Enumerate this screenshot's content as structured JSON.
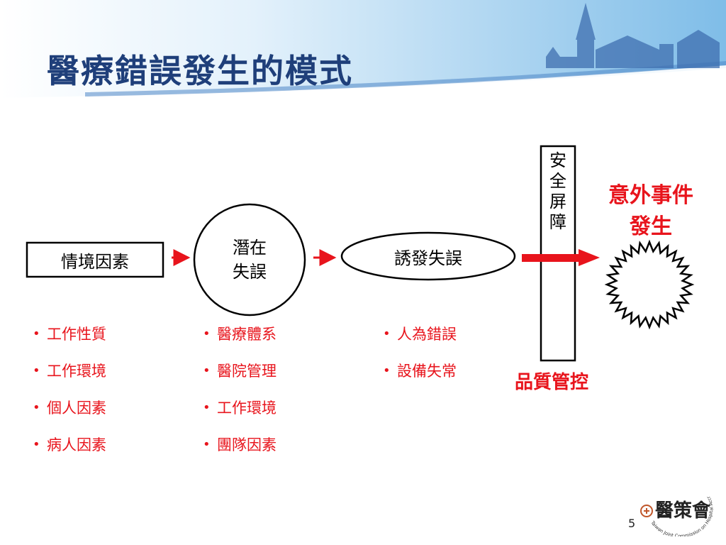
{
  "slide": {
    "title": "醫療錯誤發生的模式",
    "page_number": "5"
  },
  "diagram": {
    "situational_factors": "情境因素",
    "latent_error": [
      "潛在",
      "失誤"
    ],
    "triggered_error": "誘發失誤",
    "safety_barrier": [
      "安",
      "全",
      "屏",
      "障"
    ],
    "adverse_event": [
      "意外事件",
      "發生"
    ],
    "quality_control": "品質管控"
  },
  "lists": {
    "situational": [
      "工作性質",
      "工作環境",
      "個人因素",
      "病人因素"
    ],
    "latent": [
      "醫療體系",
      "醫院管理",
      "工作環境",
      "團隊因素"
    ],
    "triggered": [
      "人為錯誤",
      "設備失常"
    ]
  },
  "colors": {
    "title": "#1f3f7a",
    "accent_red": "#e8141c",
    "header_sky": "#8ec6ea",
    "header_swoosh": "#4f86c6"
  },
  "logo": {
    "chars": "醫策會",
    "english": "Taiwan Joint Commission on Hospital Accreditation"
  }
}
